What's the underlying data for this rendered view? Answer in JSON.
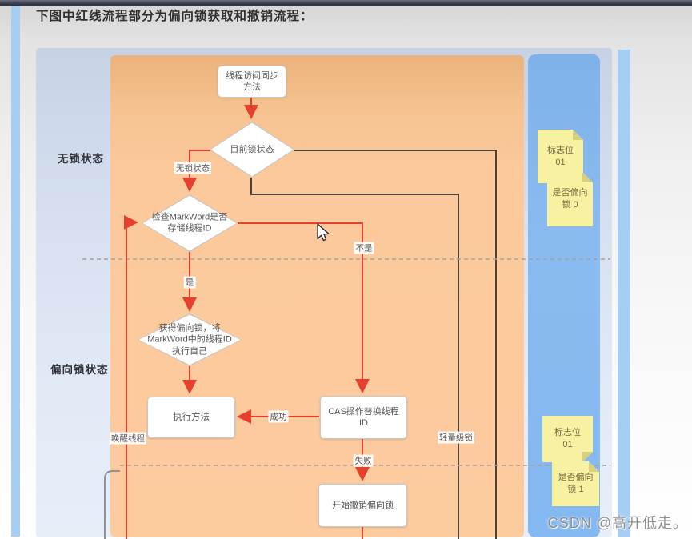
{
  "title": "下图中红线流程部分为偏向锁获取和撤销流程：",
  "watermark": "CSDN @高开低走。",
  "regions": {
    "lock_free": "无锁状态",
    "biased": "偏向锁状态"
  },
  "flowchart": {
    "nodes": {
      "start": {
        "lines": [
          "线程访问同步",
          "方法"
        ]
      },
      "current_state": {
        "lines": [
          "目前锁状态"
        ]
      },
      "check_markword": {
        "lines": [
          "检查MarkWord是否",
          "存储线程ID"
        ]
      },
      "acquire_biased": {
        "lines": [
          "获得偏向锁，将",
          "MarkWord中的线程ID",
          "执行自己"
        ]
      },
      "execute_method": {
        "lines": [
          "执行方法"
        ]
      },
      "cas_replace": {
        "lines": [
          "CAS操作替换线程",
          "ID"
        ]
      },
      "revoke_biased": {
        "lines": [
          "开始撤销偏向锁"
        ]
      }
    },
    "edge_labels": {
      "lock_free": "无锁状态",
      "no": "不是",
      "yes": "是",
      "success": "成功",
      "fail": "失败",
      "wake_thread": "唤醒线程",
      "lightweight": "轻量级锁"
    }
  },
  "notes": [
    {
      "lines": [
        "标志位",
        "01"
      ]
    },
    {
      "lines": [
        "是否偏向",
        "锁 0"
      ]
    },
    {
      "lines": [
        "标志位",
        "01"
      ]
    },
    {
      "lines": [
        "是否偏向",
        "锁 1"
      ]
    }
  ],
  "colors": {
    "red_flow": "#e5402e",
    "black_flow": "#4f4337",
    "orange_panel": "#fbc99c",
    "blue_panel": "#8abbf0",
    "note_yellow": "#f7f2a2",
    "stripe_blue": "#a6cdf2"
  }
}
